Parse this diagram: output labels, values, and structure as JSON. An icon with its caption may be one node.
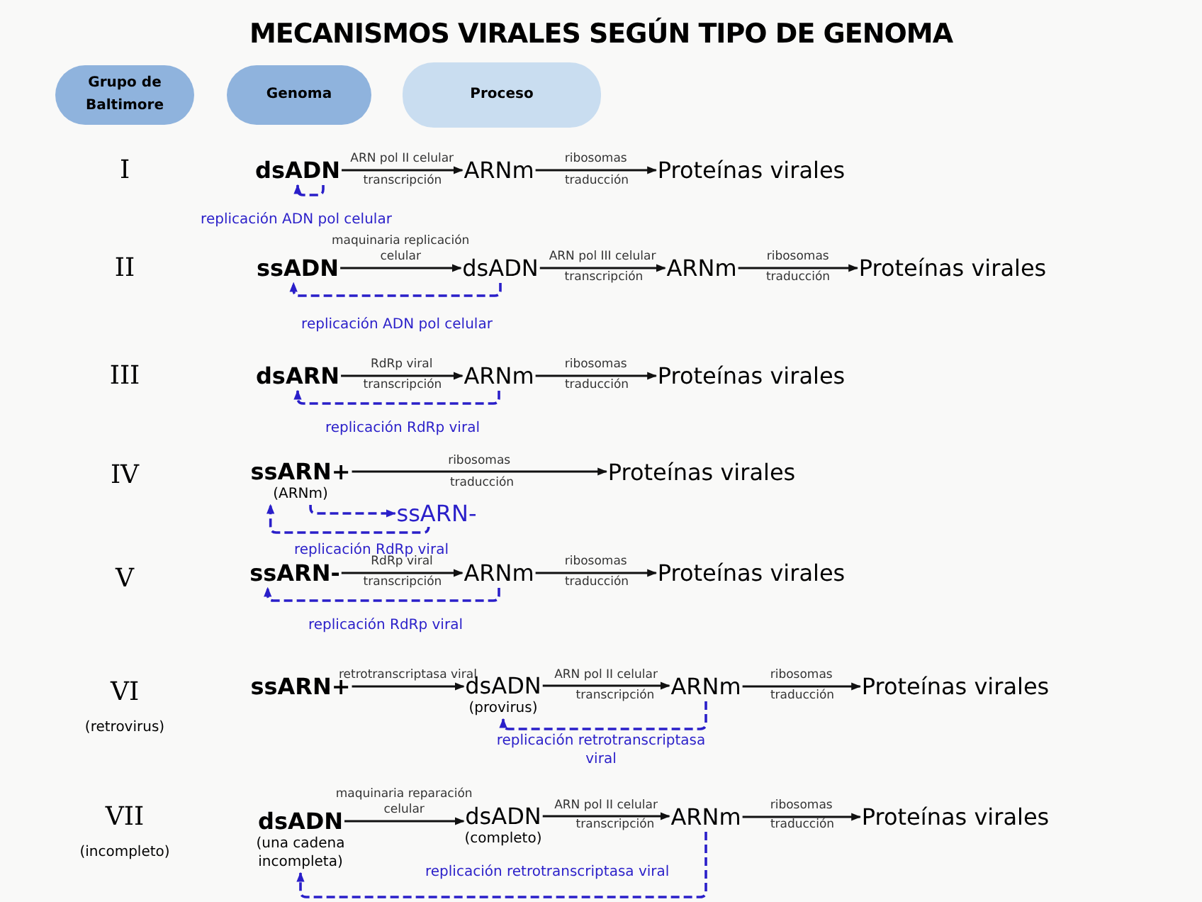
{
  "diagram": {
    "title": "MECANISMOS VIRALES SEGÚN TIPO DE GENOMA",
    "nodes": [
      {
        "text": [
          "Grupo de Baltimore"
        ]
      },
      {
        "text": [
          "Genoma"
        ]
      },
      {
        "text": [
          "Proceso"
        ]
      },
      {
        "text": [
          "dsADN"
        ]
      },
      {
        "text": [
          "ARNm"
        ]
      },
      {
        "text": [
          "Proteínas virales"
        ]
      },
      {
        "text": [
          "ssADN"
        ]
      },
      {
        "text": [
          "dsADN"
        ]
      },
      {
        "text": [
          "ARNm"
        ]
      },
      {
        "text": [
          "Proteínas virales"
        ]
      },
      {
        "text": [
          "dsARN"
        ]
      },
      {
        "text": [
          "ARNm"
        ]
      },
      {
        "text": [
          "Proteínas virales"
        ]
      },
      {
        "text": [
          "ssARN+"
        ],
        "beside": [
          "(ARNm)"
        ]
      },
      {
        "text": [
          "Proteínas virales"
        ]
      },
      {
        "text": [
          "ssARN-"
        ]
      },
      {
        "text": [
          "ssARN-"
        ]
      },
      {
        "text": [
          "ARNm"
        ]
      },
      {
        "text": [
          "Proteínas virales"
        ]
      },
      {
        "text": [
          "ssARN+"
        ]
      },
      {
        "text": [
          "dsADN"
        ],
        "beside": [
          "(provirus)"
        ]
      },
      {
        "text": [
          "ARNm"
        ]
      },
      {
        "text": [
          "Proteínas virales"
        ]
      },
      {
        "text": [
          "dsADN"
        ],
        "beside": [
          "(una cadena incompleta)"
        ]
      },
      {
        "text": [
          "dsADN"
        ],
        "beside": [
          "(completo)"
        ]
      },
      {
        "text": [
          "ARNm"
        ]
      },
      {
        "text": [
          "Proteínas virales"
        ]
      }
    ],
    "edges": [
      {
        "from": 3,
        "to": 4,
        "arrow": "to",
        "label": "ARN pol II celular"
      },
      {
        "from": 4,
        "to": 5,
        "arrow": "to",
        "label": "ribosomas"
      },
      {
        "from": 3,
        "to": 3,
        "arrow": "to",
        "label": "replicación ADN pol celular",
        "style": "dashed",
        "color": "#2a1fc9"
      },
      {
        "from": 6,
        "to": 7,
        "arrow": "to",
        "label": "maquinaria replicación celular"
      },
      {
        "from": 7,
        "to": 8,
        "arrow": "to",
        "label": "ARN pol III celular"
      },
      {
        "from": 8,
        "to": 9,
        "arrow": "to",
        "label": "ribosomas"
      },
      {
        "from": 7,
        "to": 6,
        "arrow": "to",
        "label": "replicación ADN pol celular",
        "style": "dashed",
        "color": "#2a1fc9"
      },
      {
        "from": 10,
        "to": 11,
        "arrow": "to",
        "label": "RdRp viral"
      },
      {
        "from": 11,
        "to": 12,
        "arrow": "to",
        "label": "ribosomas"
      },
      {
        "from": 11,
        "to": 10,
        "arrow": "to",
        "label": "replicación RdRp viral",
        "style": "dashed",
        "color": "#2a1fc9"
      },
      {
        "from": 13,
        "to": 14,
        "arrow": "to",
        "label": "ribosomas"
      },
      {
        "from": 13,
        "to": 15,
        "arrow": "to",
        "style": "dashed",
        "color": "#2a1fc9"
      },
      {
        "from": 15,
        "to": 13,
        "arrow": "to",
        "label": "replicación RdRp viral",
        "style": "dashed",
        "color": "#2a1fc9"
      },
      {
        "from": 16,
        "to": 17,
        "arrow": "to",
        "label": "RdRp viral"
      },
      {
        "from": 17,
        "to": 18,
        "arrow": "to",
        "label": "ribosomas"
      },
      {
        "from": 17,
        "to": 16,
        "arrow": "to",
        "label": "replicación RdRp viral",
        "style": "dashed",
        "color": "#2a1fc9"
      },
      {
        "from": 19,
        "to": 20,
        "arrow": "to",
        "label": "retrotranscriptasa viral"
      },
      {
        "from": 20,
        "to": 21,
        "arrow": "to",
        "label": "ARN pol II celular"
      },
      {
        "from": 21,
        "to": 22,
        "arrow": "to",
        "label": "ribosomas"
      },
      {
        "from": 21,
        "to": 20,
        "arrow": "to",
        "label": "replicación retrotranscriptasa viral",
        "style": "dashed",
        "color": "#2a1fc9"
      },
      {
        "from": 23,
        "to": 24,
        "arrow": "to",
        "label": "maquinaria reparación celular"
      },
      {
        "from": 24,
        "to": 25,
        "arrow": "to",
        "label": "ARN pol II celular"
      },
      {
        "from": 25,
        "to": 26,
        "arrow": "to",
        "label": "ribosomas"
      },
      {
        "from": 25,
        "to": 23,
        "arrow": "to",
        "label": "replicación retrotranscriptasa viral",
        "style": "dashed",
        "color": "#2a1fc9"
      }
    ],
    "labels": [
      "I",
      "transcripción",
      "traducción",
      "II",
      "transcripción",
      "traducción",
      "III",
      "transcripción",
      "traducción",
      "IV",
      "traducción",
      "V",
      "transcripción",
      "traducción",
      "VI",
      "transcripción",
      "traducción",
      "(retrovirus)",
      "VII",
      "transcripción",
      "traducción",
      "(incompleto)"
    ]
  }
}
